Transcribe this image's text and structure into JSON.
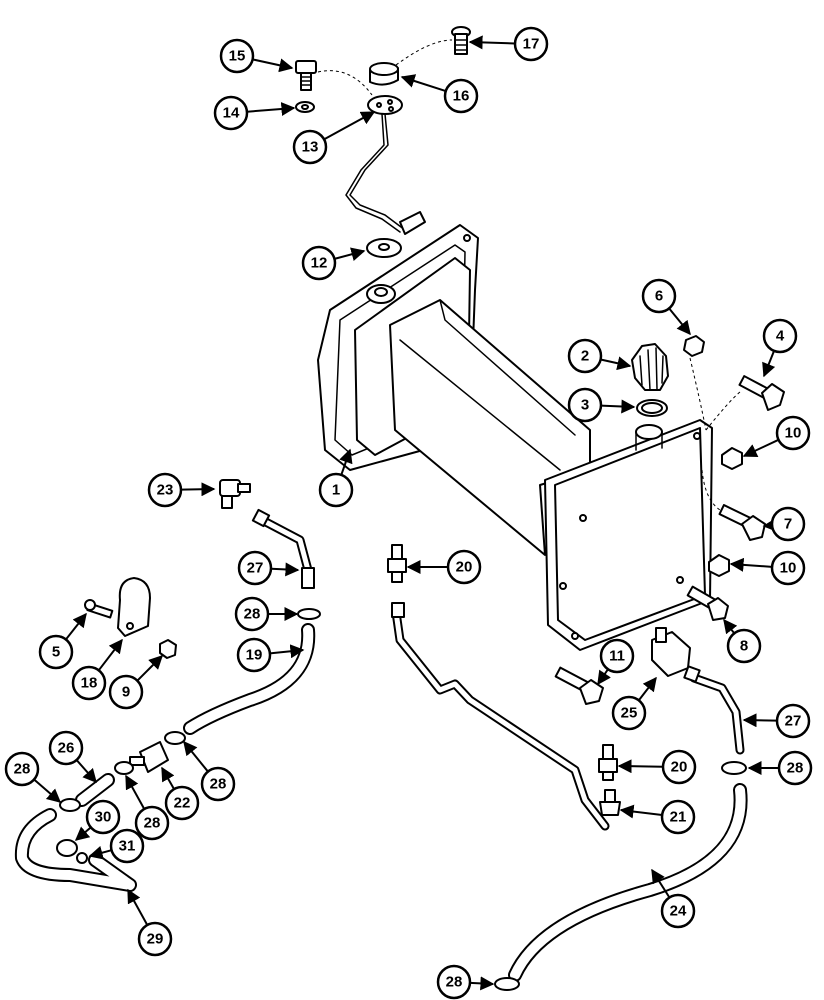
{
  "callouts": [
    {
      "id": "c1",
      "label": "1"
    },
    {
      "id": "c2",
      "label": "2"
    },
    {
      "id": "c3",
      "label": "3"
    },
    {
      "id": "c4",
      "label": "4"
    },
    {
      "id": "c5",
      "label": "5"
    },
    {
      "id": "c6",
      "label": "6"
    },
    {
      "id": "c7",
      "label": "7"
    },
    {
      "id": "c8",
      "label": "8"
    },
    {
      "id": "c9",
      "label": "9"
    },
    {
      "id": "c10a",
      "label": "10"
    },
    {
      "id": "c10b",
      "label": "10"
    },
    {
      "id": "c11",
      "label": "11"
    },
    {
      "id": "c12",
      "label": "12"
    },
    {
      "id": "c13",
      "label": "13"
    },
    {
      "id": "c14",
      "label": "14"
    },
    {
      "id": "c15",
      "label": "15"
    },
    {
      "id": "c16",
      "label": "16"
    },
    {
      "id": "c17",
      "label": "17"
    },
    {
      "id": "c18",
      "label": "18"
    },
    {
      "id": "c19",
      "label": "19"
    },
    {
      "id": "c20a",
      "label": "20"
    },
    {
      "id": "c20b",
      "label": "20"
    },
    {
      "id": "c21",
      "label": "21"
    },
    {
      "id": "c22",
      "label": "22"
    },
    {
      "id": "c23",
      "label": "23"
    },
    {
      "id": "c24",
      "label": "24"
    },
    {
      "id": "c25",
      "label": "25"
    },
    {
      "id": "c26",
      "label": "26"
    },
    {
      "id": "c27a",
      "label": "27"
    },
    {
      "id": "c27b",
      "label": "27"
    },
    {
      "id": "c28a",
      "label": "28"
    },
    {
      "id": "c28b",
      "label": "28"
    },
    {
      "id": "c28c",
      "label": "28"
    },
    {
      "id": "c28d",
      "label": "28"
    },
    {
      "id": "c28e",
      "label": "28"
    },
    {
      "id": "c28f",
      "label": "28"
    },
    {
      "id": "c29",
      "label": "29"
    },
    {
      "id": "c30",
      "label": "30"
    },
    {
      "id": "c31",
      "label": "31"
    }
  ]
}
